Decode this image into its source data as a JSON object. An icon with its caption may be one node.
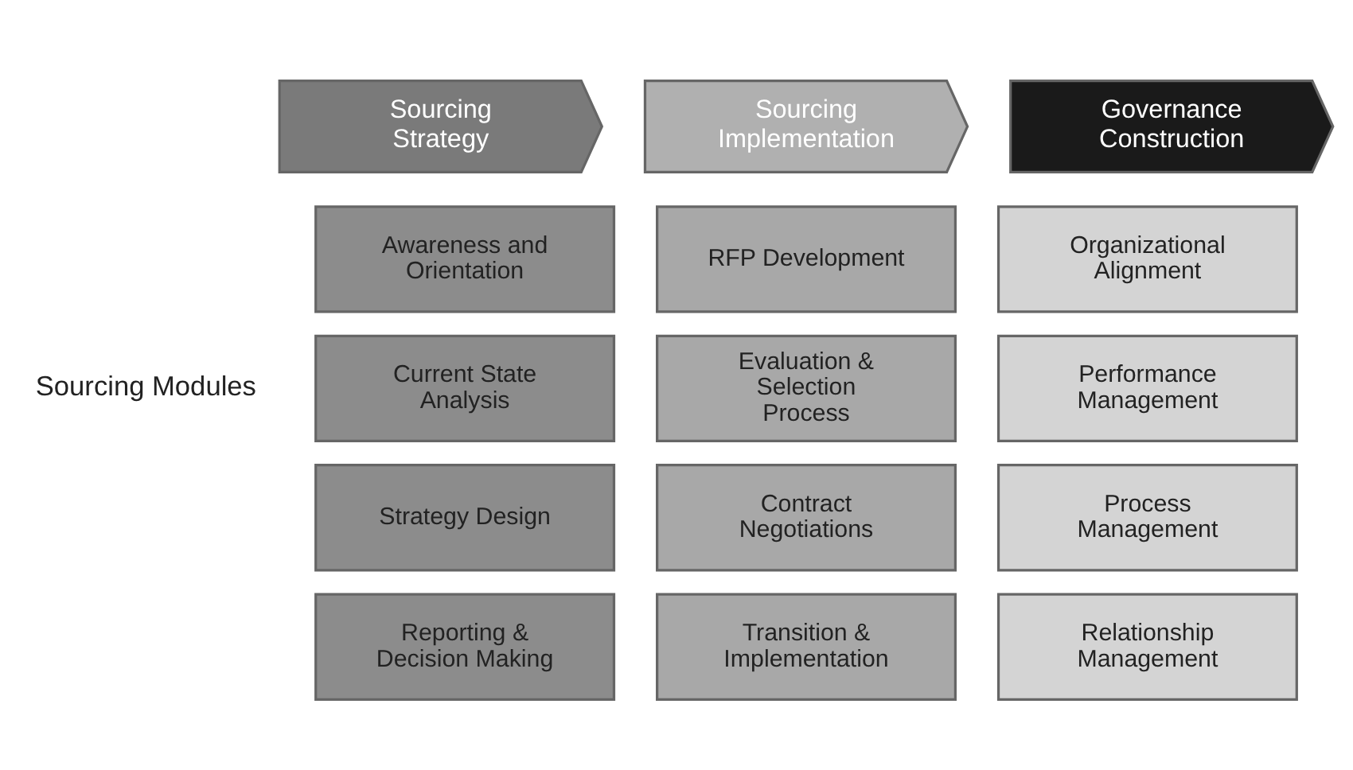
{
  "diagram": {
    "nodes": [
      {
        "text": [
          "Sourcing Strategy"
        ]
      },
      {
        "text": [
          "Sourcing Implementation"
        ]
      },
      {
        "text": [
          "Governance Construction"
        ]
      },
      {
        "text": [
          "Awareness and Orientation"
        ]
      },
      {
        "text": [
          "RFP Development"
        ]
      },
      {
        "text": [
          "Organizational Alignment"
        ]
      },
      {
        "text": [
          "Current State Analysis"
        ]
      },
      {
        "text": [
          "Evaluation & Selection Process"
        ]
      },
      {
        "text": [
          "Performance Management"
        ]
      },
      {
        "text": [
          "Strategy Design"
        ]
      },
      {
        "text": [
          "Contract Negotiations"
        ]
      },
      {
        "text": [
          "Process Management"
        ]
      },
      {
        "text": [
          "Reporting & Decision Making"
        ]
      },
      {
        "text": [
          "Transition & Implementation"
        ]
      },
      {
        "text": [
          "Relationship Management"
        ]
      }
    ],
    "labels": [
      "Sourcing Modules"
    ]
  }
}
